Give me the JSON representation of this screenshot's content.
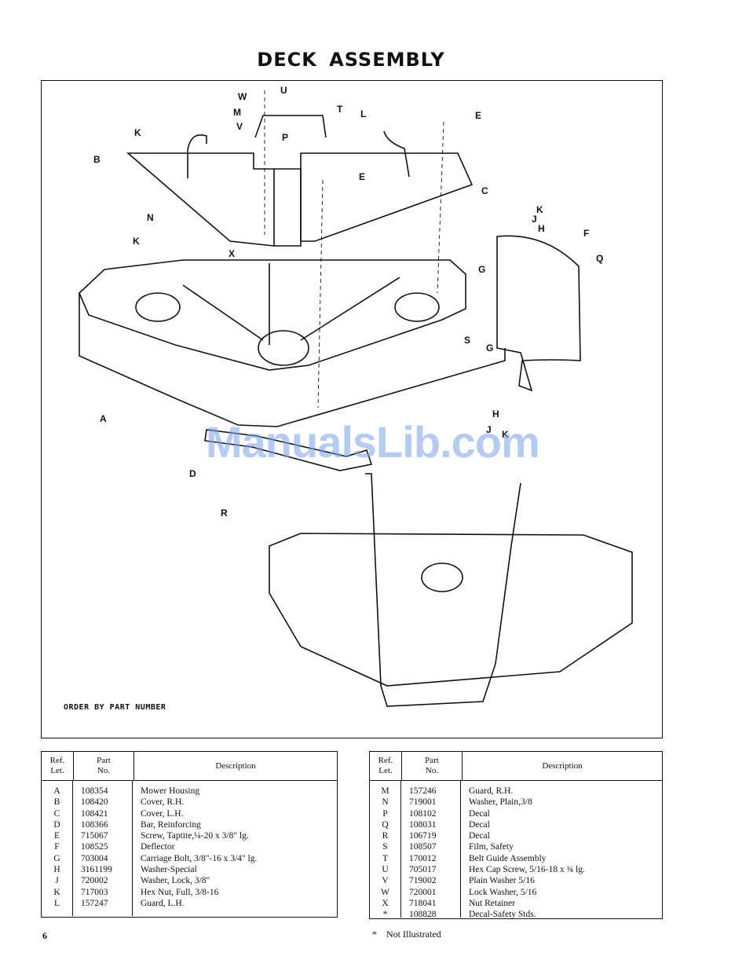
{
  "title": "DECK ASSEMBLY",
  "watermark": "ManualsLib.com",
  "diagram": {
    "order_note": "ORDER BY PART NUMBER",
    "labels": {
      "u": "U",
      "w": "W",
      "m": "M",
      "v": "V",
      "t": "T",
      "l": "L",
      "e": "E",
      "k": "K",
      "b": "B",
      "p": "P",
      "c": "C",
      "n": "N",
      "x": "X",
      "j": "J",
      "h": "H",
      "f": "F",
      "q": "Q",
      "g": "G",
      "s": "S",
      "a": "A",
      "d": "D",
      "r": "R"
    }
  },
  "table_headers": {
    "ref": [
      "Ref.",
      "Let."
    ],
    "part": [
      "Part",
      "No."
    ],
    "desc": "Description"
  },
  "left_table": [
    {
      "ref": "A",
      "part": "108354",
      "desc": "Mower Housing"
    },
    {
      "ref": "B",
      "part": "108420",
      "desc": "Cover, R.H."
    },
    {
      "ref": "C",
      "part": "108421",
      "desc": "Cover, L.H."
    },
    {
      "ref": "D",
      "part": "108366",
      "desc": "Bar, Reinforcing"
    },
    {
      "ref": "E",
      "part": "715067",
      "desc": "Screw, Taptite,¼-20 x 3/8\" lg."
    },
    {
      "ref": "F",
      "part": "108525",
      "desc": "Deflector"
    },
    {
      "ref": "G",
      "part": "703004",
      "desc": "Carriage Bolt, 3/8\"-16 x 3/4\" lg."
    },
    {
      "ref": "H",
      "part": "3161199",
      "desc": "Washer-Special"
    },
    {
      "ref": "J",
      "part": "720002",
      "desc": "Washer, Lock, 3/8\""
    },
    {
      "ref": "K",
      "part": "717003",
      "desc": "Hex Nut, Full, 3/8-16"
    },
    {
      "ref": "L",
      "part": "157247",
      "desc": "Guard, L.H."
    }
  ],
  "right_table": [
    {
      "ref": "M",
      "part": "157246",
      "desc": "Guard, R.H."
    },
    {
      "ref": "N",
      "part": "719001",
      "desc": "Washer, Plain,3/8"
    },
    {
      "ref": "P",
      "part": "108102",
      "desc": "Decal"
    },
    {
      "ref": "Q",
      "part": "108031",
      "desc": "Decal"
    },
    {
      "ref": "R",
      "part": "106719",
      "desc": "Decal"
    },
    {
      "ref": "S",
      "part": "108507",
      "desc": "Film, Safety"
    },
    {
      "ref": "T",
      "part": "170012",
      "desc": "Belt Guide Assembly"
    },
    {
      "ref": "U",
      "part": "705017",
      "desc": "Hex Cap Screw, 5/16-18 x ¾ lg."
    },
    {
      "ref": "V",
      "part": "719002",
      "desc": "Plain Washer 5/16"
    },
    {
      "ref": "W",
      "part": "720001",
      "desc": "Lock Washer, 5/16"
    },
    {
      "ref": "X",
      "part": "718041",
      "desc": "Nut Retainer"
    },
    {
      "ref": "*",
      "part": "108828",
      "desc": "Decal-Safety Stds."
    }
  ],
  "page_number": "6",
  "footnote": {
    "star": "*",
    "text": "Not Illustrated"
  }
}
